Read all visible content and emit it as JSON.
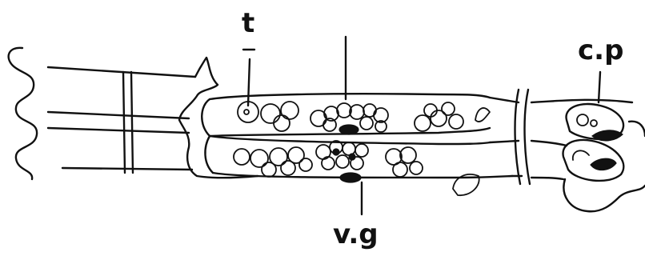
{
  "labels": {
    "t": "t",
    "cp": "c.p",
    "vg": "v.g"
  }
}
